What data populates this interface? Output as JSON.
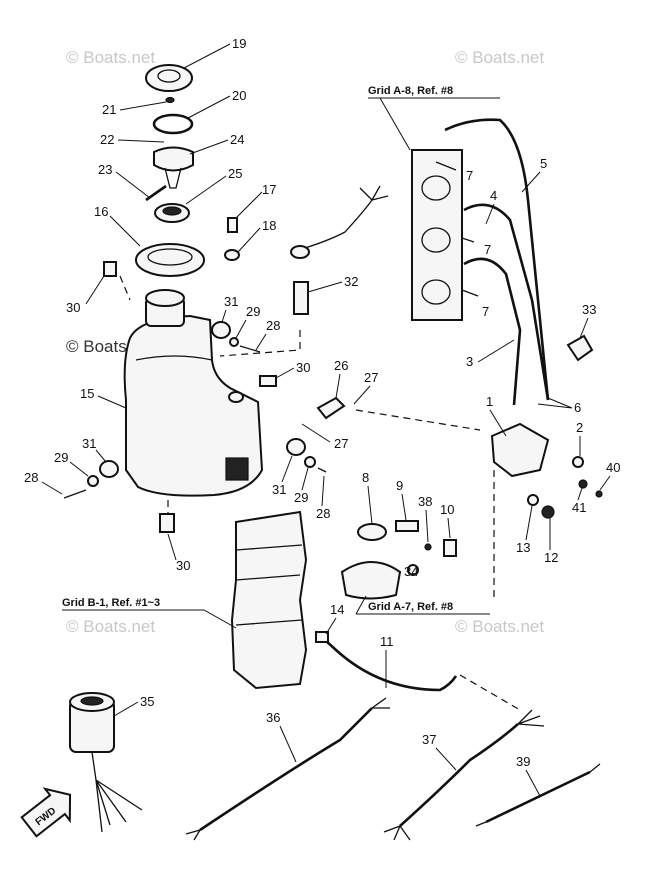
{
  "watermarks": [
    "© Boats.net",
    "© Boats.net",
    "© Boats.net",
    "© Boats.net",
    "© Boats.net"
  ],
  "grid_refs": [
    "Grid A-8, Ref. #8",
    "Grid B-1, Ref. #1~3",
    "Grid A-7, Ref. #8"
  ],
  "callouts": [
    "19",
    "20",
    "21",
    "22",
    "24",
    "23",
    "25",
    "17",
    "16",
    "18",
    "30",
    "31",
    "29",
    "28",
    "32",
    "15",
    "30",
    "26",
    "27",
    "27",
    "31",
    "29",
    "28",
    "31",
    "29",
    "28",
    "30",
    "8",
    "9",
    "38",
    "10",
    "34",
    "5",
    "4",
    "7",
    "7",
    "7",
    "33",
    "3",
    "1",
    "6",
    "2",
    "40",
    "41",
    "13",
    "12",
    "14",
    "11",
    "35",
    "36",
    "37",
    "39"
  ],
  "arrow_label": "FWD"
}
